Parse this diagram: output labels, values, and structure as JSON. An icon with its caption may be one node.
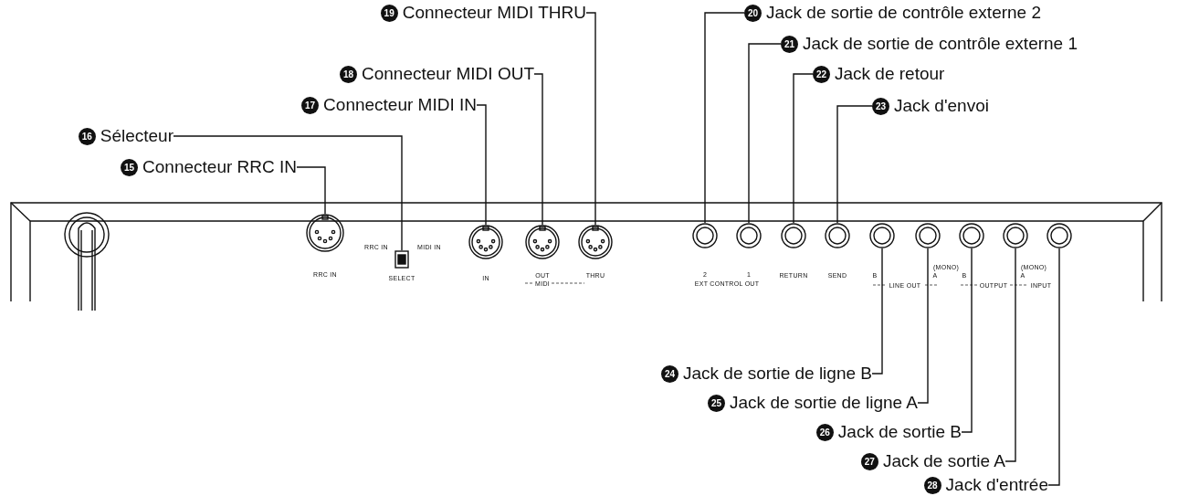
{
  "diagram": {
    "nodes": [
      {
        "text": [
          "15",
          "Connecteur RRC IN"
        ]
      },
      {
        "text": [
          "16",
          "Sélecteur"
        ]
      },
      {
        "text": [
          "17",
          "Connecteur MIDI IN"
        ]
      },
      {
        "text": [
          "18",
          "Connecteur MIDI OUT"
        ]
      },
      {
        "text": [
          "19",
          "Connecteur MIDI THRU"
        ]
      },
      {
        "text": [
          "20",
          "Jack de sortie de contrôle externe 2"
        ]
      },
      {
        "text": [
          "21",
          "Jack de sortie de contrôle externe 1"
        ]
      },
      {
        "text": [
          "22",
          "Jack de retour"
        ]
      },
      {
        "text": [
          "23",
          "Jack d'envoi"
        ]
      },
      {
        "text": [
          "24",
          "Jack de sortie de ligne B"
        ]
      },
      {
        "text": [
          "25",
          "Jack de sortie de ligne A"
        ]
      },
      {
        "text": [
          "26",
          "Jack de sortie B"
        ]
      },
      {
        "text": [
          "27",
          "Jack de sortie A"
        ]
      },
      {
        "text": [
          "28",
          "Jack d'entrée"
        ]
      },
      {
        "text": [],
        "shape": "circle"
      },
      {
        "text": [],
        "shape": "box"
      },
      {
        "text": [],
        "shape": "circle"
      },
      {
        "text": [],
        "shape": "circle"
      },
      {
        "text": [],
        "shape": "circle"
      },
      {
        "text": [],
        "shape": "circle"
      },
      {
        "text": [],
        "shape": "circle"
      },
      {
        "text": [],
        "shape": "circle"
      },
      {
        "text": [],
        "shape": "circle"
      },
      {
        "text": [],
        "shape": "circle"
      },
      {
        "text": [],
        "shape": "circle"
      },
      {
        "text": [],
        "shape": "circle"
      },
      {
        "text": [],
        "shape": "circle"
      },
      {
        "text": [],
        "shape": "circle"
      }
    ],
    "edges": [
      {
        "from": 0,
        "to": 14,
        "arrow": "none"
      },
      {
        "from": 1,
        "to": 15,
        "arrow": "none"
      },
      {
        "from": 2,
        "to": 16,
        "arrow": "none"
      },
      {
        "from": 3,
        "to": 17,
        "arrow": "none"
      },
      {
        "from": 4,
        "to": 18,
        "arrow": "none"
      },
      {
        "from": 5,
        "to": 19,
        "arrow": "none"
      },
      {
        "from": 6,
        "to": 20,
        "arrow": "none"
      },
      {
        "from": 7,
        "to": 21,
        "arrow": "none"
      },
      {
        "from": 8,
        "to": 22,
        "arrow": "none"
      },
      {
        "from": 9,
        "to": 23,
        "arrow": "none"
      },
      {
        "from": 10,
        "to": 24,
        "arrow": "none"
      },
      {
        "from": 11,
        "to": 25,
        "arrow": "none"
      },
      {
        "from": 12,
        "to": 26,
        "arrow": "none"
      },
      {
        "from": 13,
        "to": 27,
        "arrow": "none"
      }
    ],
    "labels": [
      "RRC IN",
      "RRC IN",
      "MIDI IN",
      "SELECT",
      "IN",
      "OUT",
      "MIDI",
      "THRU",
      "2",
      "1",
      "EXT CONTROL OUT",
      "RETURN",
      "SEND",
      "(MONO)",
      "(MONO)",
      "B",
      "A",
      "LINE OUT",
      "B",
      "A",
      "OUTPUT",
      "INPUT"
    ]
  }
}
